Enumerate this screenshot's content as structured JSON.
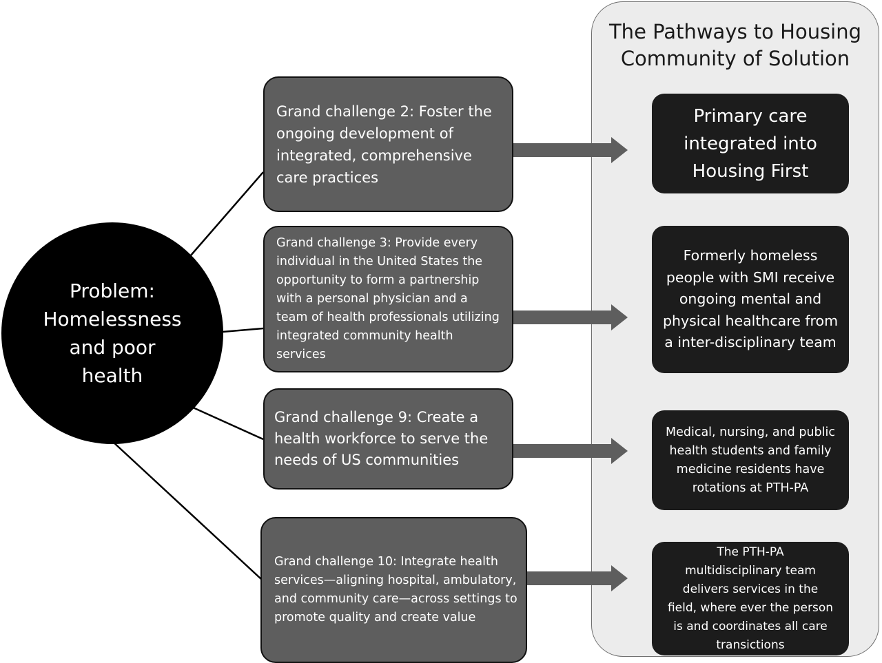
{
  "panel": {
    "title": "The Pathways to Housing\nCommunity of Solution"
  },
  "problem": {
    "text": "Problem:\nHomelessness\nand poor\nhealth"
  },
  "challenges": [
    {
      "text": "Grand challenge 2: Foster the ongoing development of integrated, comprehensive care practices"
    },
    {
      "text": "Grand challenge 3: Provide every individual in the United States the opportunity to form a partnership with a personal physician and a team of health professionals utilizing integrated community health services"
    },
    {
      "text": "Grand challenge 9: Create a health workforce to serve the needs of US communities"
    },
    {
      "text": "Grand challenge 10: Integrate health services—aligning hospital, ambulatory, and community care—across settings to promote quality and create value"
    }
  ],
  "outcomes": [
    {
      "text": "Primary care integrated into Housing First"
    },
    {
      "text": "Formerly homeless people with SMI receive ongoing mental and physical healthcare from a inter-disciplinary team"
    },
    {
      "text": "Medical, nursing, and public health students and family medicine residents have rotations at PTH-PA"
    },
    {
      "text": "The PTH-PA multidisciplinary team delivers  services in the field, where ever the person is and coordinates all care transictions"
    }
  ]
}
